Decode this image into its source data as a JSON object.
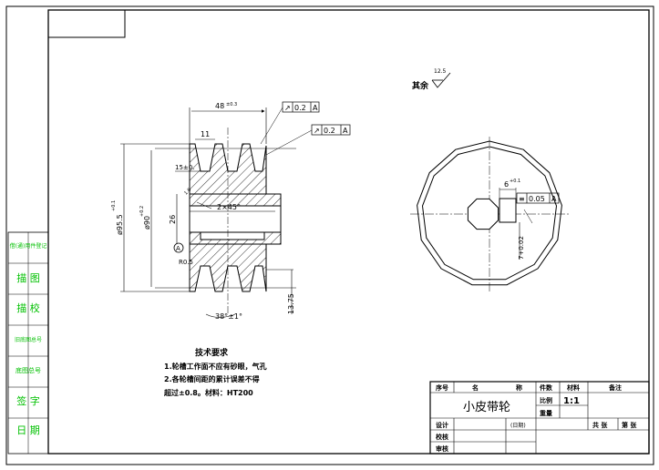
{
  "side_labels": [
    "借(通)用件登记",
    "描 图",
    "描 校",
    "旧底图总号",
    "底图总号",
    "签 字",
    "日 期"
  ],
  "dims": {
    "width_top": "48",
    "width_top_tol": "±0.3",
    "groove_11": "11",
    "dim_15": "15±0.",
    "od": "ø95.5",
    "od_tol": "+0.1",
    "pd": "ø90",
    "pd_tol": "+0.2",
    "bore": "26",
    "chamfer": "2×45°",
    "datum": "A",
    "r30": "R0.5",
    "angle": "38°±1°",
    "dim_13_75": "13.75",
    "keyway_width": "6",
    "keyway_tol": "+0.1",
    "keyway_depth": "7+0.02",
    "roughness_all": "其余",
    "roughness_value": "12.5",
    "roughness_small": "1.6"
  },
  "tolerance_frames": [
    {
      "symbol": "↗",
      "value": "0.2",
      "datum": "A"
    },
    {
      "symbol": "↗",
      "value": "0.2",
      "datum": "A"
    },
    {
      "symbol": "≡",
      "value": "0.05",
      "datum": "A"
    }
  ],
  "notes": {
    "title": "技术要求",
    "lines": [
      "1.轮槽工作面不应有砂眼，气孔",
      "2.各轮槽间距的累计误差不得",
      "超过±0.8。材料：HT200"
    ]
  },
  "title_block": {
    "h_seq": "序号",
    "h_name": "名",
    "h_name2": "称",
    "h_qty": "件数",
    "h_material": "材料",
    "h_remark": "备注",
    "part_name": "小皮带轮",
    "scale_label": "比例",
    "scale": "1:1",
    "weight_label": "重量",
    "design_label": "设计",
    "date_label": "(日期)",
    "check_label": "校核",
    "approve_label": "审核",
    "sheet_label": "共 张",
    "sheet_label2": "第 张"
  }
}
